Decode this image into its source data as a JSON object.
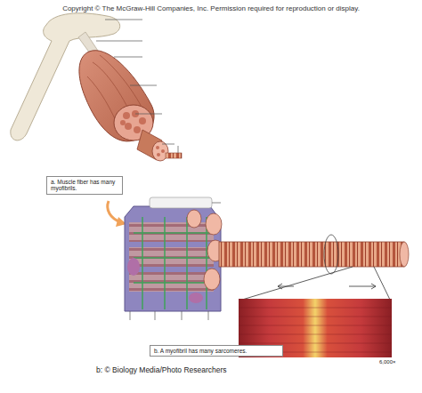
{
  "diagram": {
    "nodes": [
      {
        "text": [
          "a. Muscle fiber has many myofibrils."
        ]
      },
      {
        "text": [
          "b. A myofibril has many sarcomeres."
        ]
      }
    ],
    "labels": [
      "Copyright © The McGraw-Hill Companies, Inc. Permission required for reproduction or display.",
      "b: © Biology Media/Photo Researchers",
      "6,000×"
    ]
  }
}
